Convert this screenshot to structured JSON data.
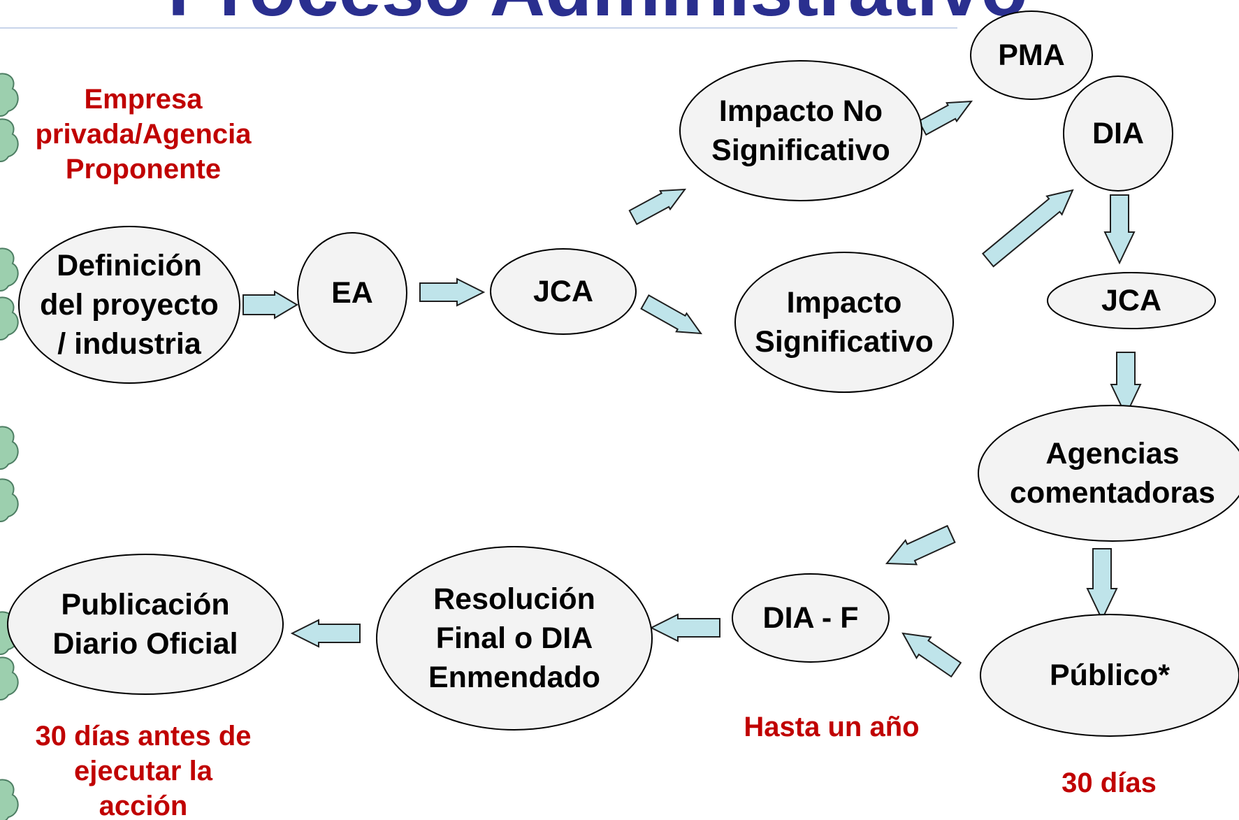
{
  "title": "Proceso Administrativo",
  "nodes": {
    "definicion": [
      "Definición",
      "del proyecto",
      "/ industria"
    ],
    "ea": [
      "EA"
    ],
    "jca1": [
      "JCA"
    ],
    "impacto_no": [
      "Impacto No",
      "Significativo"
    ],
    "impacto_si": [
      "Impacto",
      "Significativo"
    ],
    "pma": [
      "PMA"
    ],
    "dia": [
      "DIA"
    ],
    "jca2": [
      "JCA"
    ],
    "agencias": [
      "Agencias",
      "comentadoras"
    ],
    "publico": [
      "Público*"
    ],
    "diaf": [
      "DIA - F"
    ],
    "resolucion": [
      "Resolución",
      "Final o DIA",
      "Enmendado"
    ],
    "publicacion": [
      "Publicación",
      "Diario Oficial"
    ]
  },
  "notes": {
    "proponente": [
      "Empresa",
      "privada/Agencia",
      "Proponente"
    ],
    "hasta_un_ano": [
      "Hasta un año"
    ],
    "treinta_dias": [
      "30 días"
    ],
    "antes_de_ejecutar": [
      "30 días antes de",
      "ejecutar la",
      "acción"
    ]
  },
  "colors": {
    "title": "#2a2f8f",
    "node_fill": "#f3f3f3",
    "arrow_fill": "#bfe4ea",
    "note_red": "#c00000"
  }
}
